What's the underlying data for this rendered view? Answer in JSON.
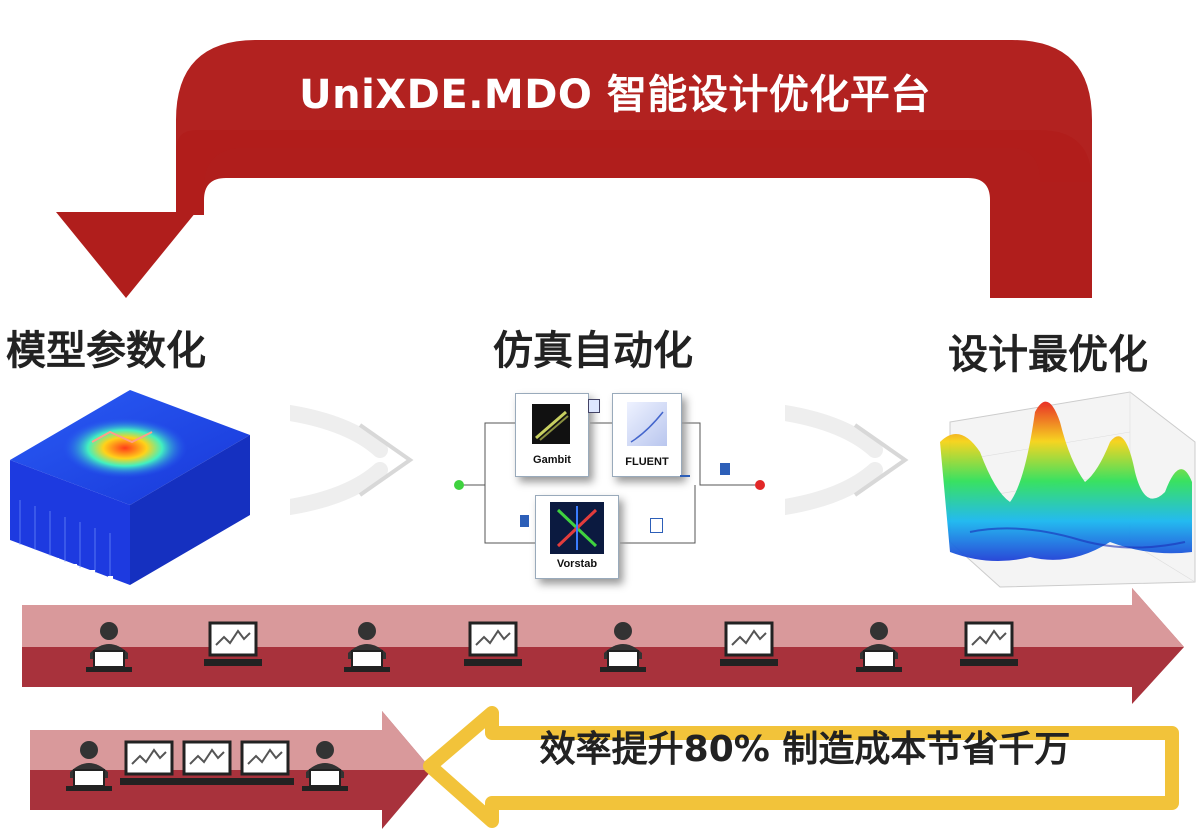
{
  "title": "UniXDE.MDO 智能设计优化平台",
  "stages": {
    "left": "模型参数化",
    "middle": "仿真自动化",
    "right": "设计最优化"
  },
  "workflow": {
    "tool_1": "Gambit",
    "tool_2": "FLUENT",
    "tool_3": "Vorstab"
  },
  "benefit_text": "效率提升80% 制造成本节省千万",
  "colors": {
    "loop_arrow": "#b01e1c",
    "timeline_light": "#d9999b",
    "timeline_dark": "#a8323c",
    "benefit_border": "#f2c33a"
  },
  "icons": {
    "person": "person-at-laptop-icon",
    "monitor": "chart-monitor-icon"
  }
}
